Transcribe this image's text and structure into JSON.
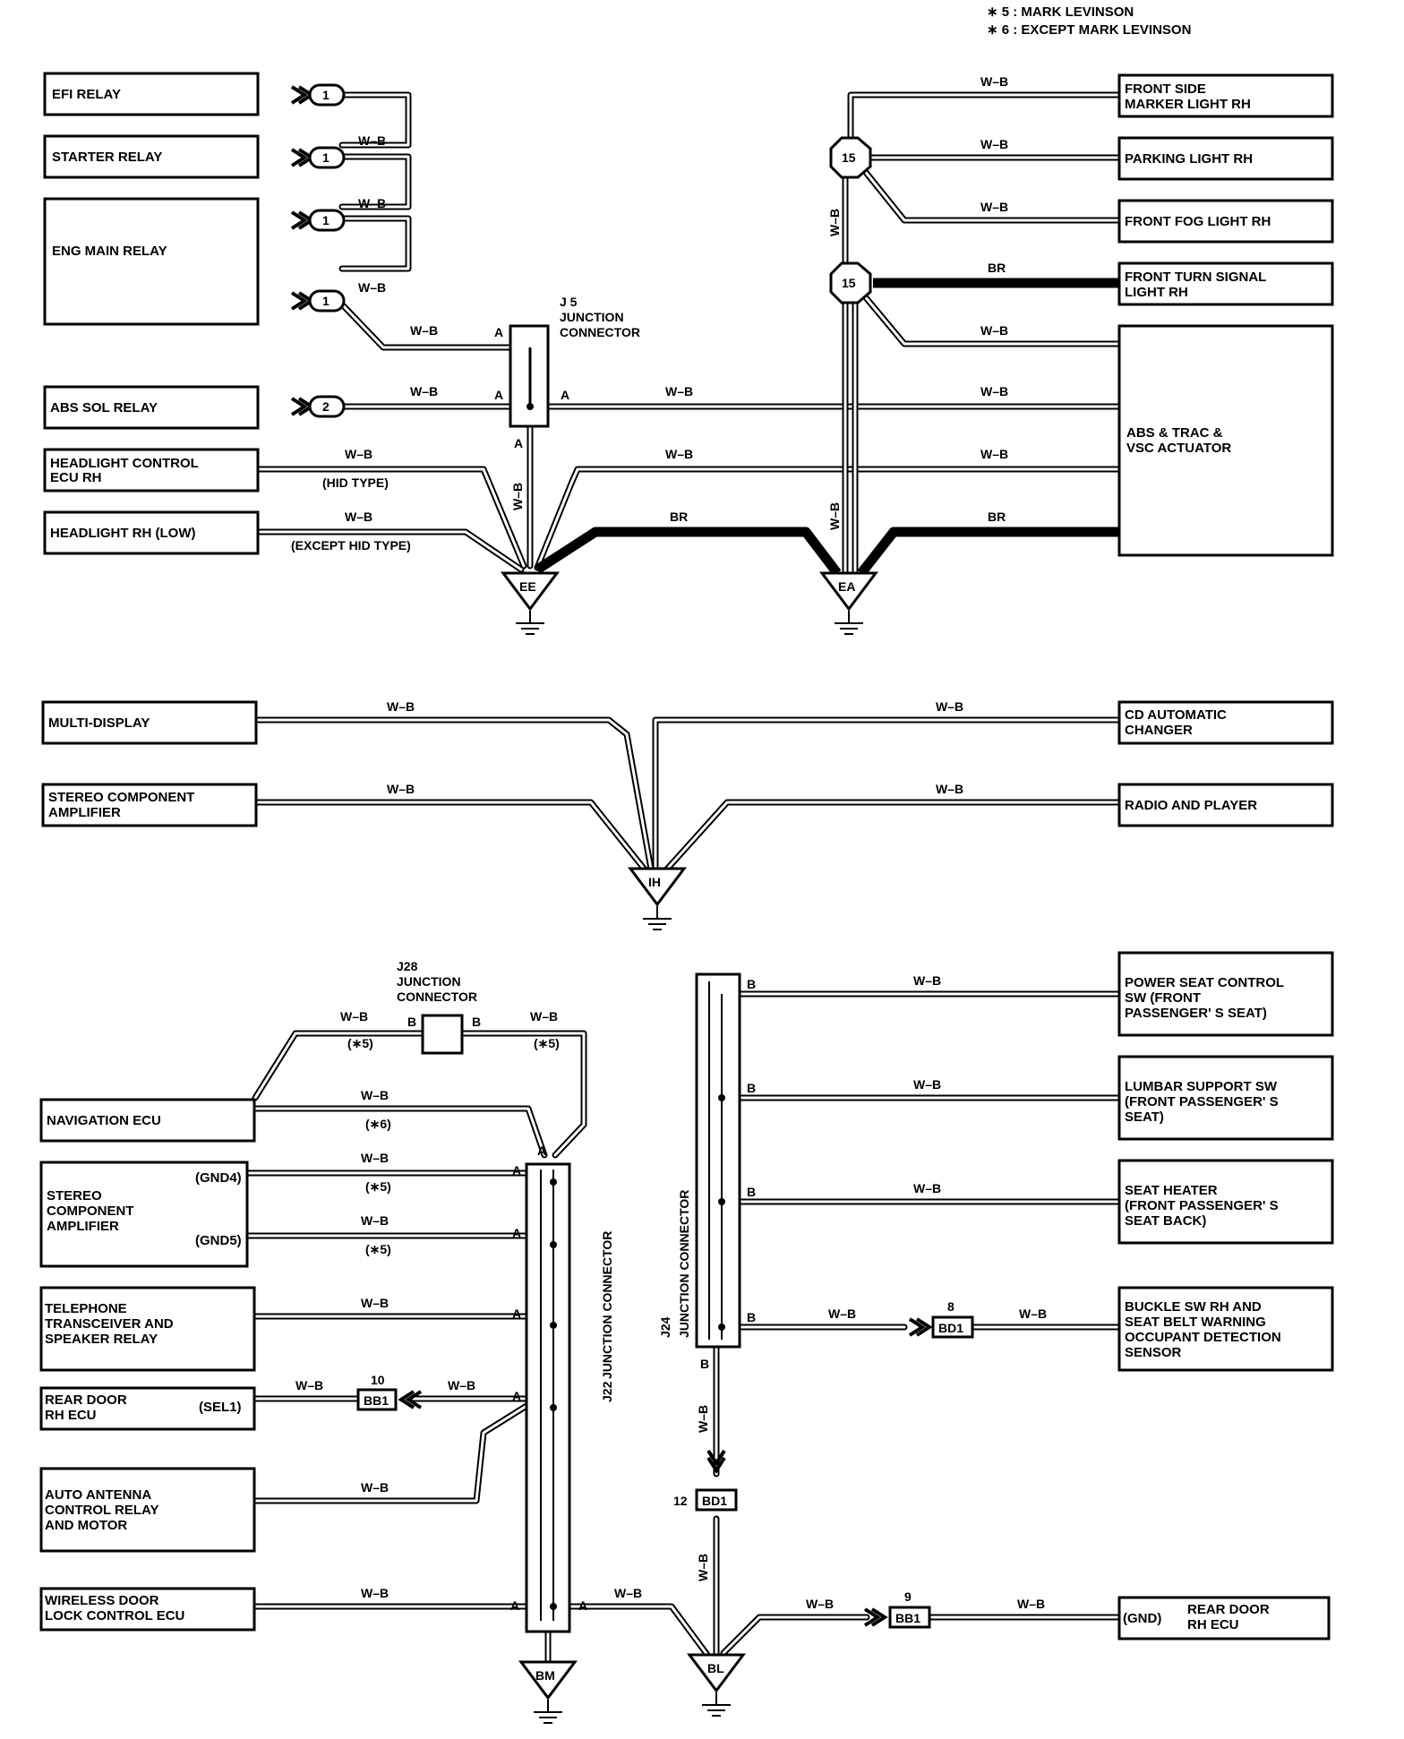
{
  "notes": {
    "n5": "∗ 5 : MARK LEVINSON",
    "n6": "∗ 6 : EXCEPT MARK LEVINSON"
  },
  "wire": {
    "wb": "W–B",
    "br": "BR"
  },
  "pins": {
    "a": "A",
    "b": "B"
  },
  "tags": {
    "s5": "(∗5)",
    "s6": "(∗6)"
  },
  "components": {
    "efi_relay": "EFI RELAY",
    "starter_relay": "STARTER RELAY",
    "eng_main_relay": "ENG MAIN RELAY",
    "abs_sol_relay": "ABS SOL RELAY",
    "headlight_ecu": [
      "HEADLIGHT CONTROL",
      "ECU RH"
    ],
    "headlight_low": "HEADLIGHT RH (LOW)",
    "hid_type": "(HID TYPE)",
    "except_hid": "(EXCEPT HID TYPE)",
    "front_side_marker": [
      "FRONT SIDE",
      "MARKER LIGHT RH"
    ],
    "parking_light": "PARKING LIGHT RH",
    "front_fog": "FRONT FOG LIGHT RH",
    "front_turn": [
      "FRONT TURN SIGNAL",
      "LIGHT RH"
    ],
    "abs_actuator": [
      "ABS & TRAC &",
      "VSC ACTUATOR"
    ],
    "multi_display": "MULTI-DISPLAY",
    "stereo_amp_top": [
      "STEREO COMPONENT",
      "AMPLIFIER"
    ],
    "cd_changer": [
      "CD AUTOMATIC",
      "CHANGER"
    ],
    "radio_player": "RADIO AND PLAYER",
    "navigation_ecu": "NAVIGATION ECU",
    "stereo_amp": [
      "STEREO",
      "COMPONENT",
      "AMPLIFIER"
    ],
    "gnd4": "(GND4)",
    "gnd5": "(GND5)",
    "telephone": [
      "TELEPHONE",
      "TRANSCEIVER AND",
      "SPEAKER RELAY"
    ],
    "rear_door_ecu_left": [
      "REAR DOOR",
      "RH ECU"
    ],
    "sel1": "(SEL1)",
    "auto_antenna": [
      "AUTO ANTENNA",
      "CONTROL RELAY",
      "AND MOTOR"
    ],
    "wireless_door": [
      "WIRELESS DOOR",
      "LOCK CONTROL ECU"
    ],
    "power_seat": [
      "POWER SEAT CONTROL",
      "SW (FRONT",
      "PASSENGER' S SEAT)"
    ],
    "lumbar": [
      "LUMBAR SUPPORT SW",
      "(FRONT PASSENGER' S",
      " SEAT)"
    ],
    "seat_heater": [
      "SEAT HEATER",
      "(FRONT PASSENGER' S",
      " SEAT BACK)"
    ],
    "buckle_sw": [
      "BUCKLE SW RH AND",
      "SEAT BELT WARNING",
      "OCCUPANT DETECTION",
      "SENSOR"
    ],
    "rear_door_ecu_right": [
      "REAR DOOR",
      "RH ECU"
    ],
    "gnd_right": "(GND)"
  },
  "connectors": {
    "c1": "1",
    "c2": "2",
    "c15": "15",
    "bb1": "BB1",
    "bd1": "BD1",
    "n8": "8",
    "n9": "9",
    "n10": "10",
    "n12": "12"
  },
  "junctions": {
    "j5": [
      "J 5",
      "JUNCTION",
      "CONNECTOR"
    ],
    "j28": [
      "J28",
      "JUNCTION",
      "CONNECTOR"
    ],
    "j22": "J22",
    "j24": "J24",
    "jc_text": "JUNCTION CONNECTOR"
  },
  "grounds": {
    "ee": "EE",
    "ea": "EA",
    "ih": "IH",
    "bm": "BM",
    "bl": "BL"
  }
}
